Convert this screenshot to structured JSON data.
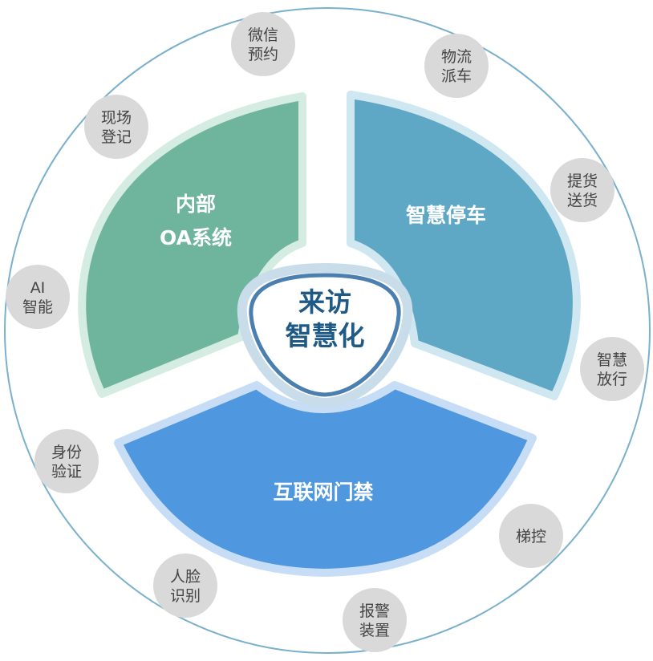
{
  "center": {
    "line1": "来访",
    "line2": "智慧化"
  },
  "segments": [
    {
      "id": "oa",
      "line1": "内部",
      "line2": "OA系统",
      "color": "#6fb59d",
      "border": "#d4ece2"
    },
    {
      "id": "parking",
      "line1": "智慧停车",
      "color": "#5ea8c5",
      "border": "#cfe7f0"
    },
    {
      "id": "access",
      "line1": "互联网门禁",
      "color": "#4f98df",
      "border": "#c6ddf5"
    }
  ],
  "bubbles": [
    {
      "id": "wechat",
      "line1": "微信",
      "line2": "预约"
    },
    {
      "id": "logistics",
      "line1": "物流",
      "line2": "派车"
    },
    {
      "id": "pickup",
      "line1": "提货",
      "line2": "送货"
    },
    {
      "id": "release",
      "line1": "智慧",
      "line2": "放行"
    },
    {
      "id": "elevator",
      "line1": "梯控"
    },
    {
      "id": "alarm",
      "line1": "报警",
      "line2": "装置"
    },
    {
      "id": "face",
      "line1": "人脸",
      "line2": "识别"
    },
    {
      "id": "id-verify",
      "line1": "身份",
      "line2": "验证"
    },
    {
      "id": "ai",
      "line1": "AI",
      "line2": "智能"
    },
    {
      "id": "onsite",
      "line1": "现场",
      "line2": "登记"
    }
  ],
  "colors": {
    "outer_ring": "#7ab0cc",
    "bubble_fill": "#d9d9d9",
    "center_ring": "#4a7fb0",
    "center_halo": "#c9dcea",
    "center_text": "#1f5a86"
  }
}
